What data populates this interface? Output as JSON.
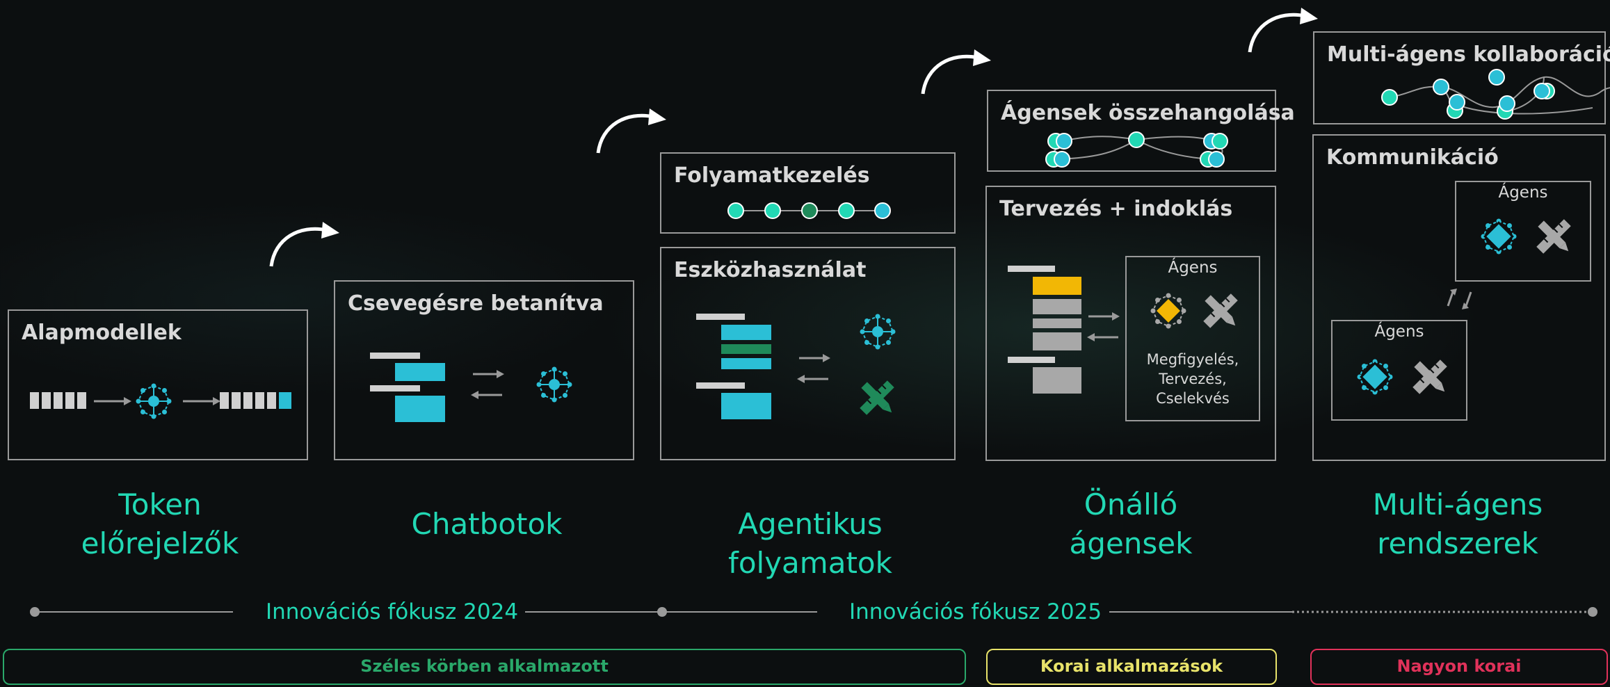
{
  "panels": {
    "alapmodellek": "Alapmodellek",
    "csevegesre": "Csevegésre betanítva",
    "folyamatkezeles": "Folyamatkezelés",
    "eszkozhasznalat": "Eszközhasználat",
    "osszehangolas": "Ágensek összehangolása",
    "tervezes": "Tervezés + indoklás",
    "kollaboracio": "Multi-ágens kollaboráció",
    "kommunikacio": "Kommunikáció"
  },
  "agent_box": {
    "label": "Ágens",
    "caption": "Megfigyelés,\nTervezés,\nCselekvés"
  },
  "stages": [
    "Token\nelőrejelzők",
    "Chatbotok",
    "Agentikus folyamatok",
    "Önálló\nágensek",
    "Multi-ágens\nrendszerek"
  ],
  "focus": {
    "f2024": "Innovációs fókusz 2024",
    "f2025": "Innovációs fókusz 2025"
  },
  "adoption": {
    "wide": "Széles körben alkalmazott",
    "early": "Korai alkalmazások",
    "very_early": "Nagyon korai"
  },
  "colors": {
    "accent": "#22d8b4",
    "cyan": "#2bbfd6",
    "green_dark": "#1f8a5a",
    "yellow": "#f2b705",
    "wide_border": "#2aa86a",
    "early_border": "#e8e36a",
    "very_early_border": "#e0325a"
  },
  "icons": [
    "neural-net-icon",
    "pencil-ruler-icon",
    "arrow-curve-icon",
    "token-block-icon"
  ]
}
